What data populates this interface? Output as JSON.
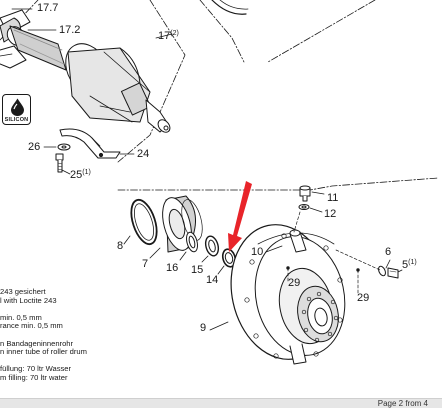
{
  "callouts": {
    "c_17_7": "17.7",
    "c_17_2": "17.2",
    "c_17": "17",
    "c_17_sup": "(2)",
    "c_26": "26",
    "c_24": "24",
    "c_25": "25",
    "c_25_sup": "(1)",
    "c_11": "11",
    "c_12": "12",
    "c_8": "8",
    "c_10": "10",
    "c_7": "7",
    "c_16": "16",
    "c_15": "15",
    "c_14": "14",
    "c_6": "6",
    "c_5": "5",
    "c_5_sup": "(1)",
    "c_29a": "29",
    "c_29b": "29",
    "c_9": "9"
  },
  "silicon_badge": {
    "label": "SILICON",
    "icon": "oil-drop-icon"
  },
  "notes": {
    "lines": [
      "243 gesichert",
      "l with Loctite 243",
      "",
      "min. 0,5 mm",
      "rance min. 0,5 mm",
      "",
      "n Bandageninnenrohr",
      "n inner tube of roller drum",
      "",
      "füllung: 70 ltr Wasser",
      "m filling: 70 ltr water"
    ]
  },
  "footer": {
    "page_label": "Page 2 from 4"
  },
  "colors": {
    "arrow": "#e8242a",
    "line": "#1a1a1a",
    "footer_bg": "#e6e6e6"
  }
}
